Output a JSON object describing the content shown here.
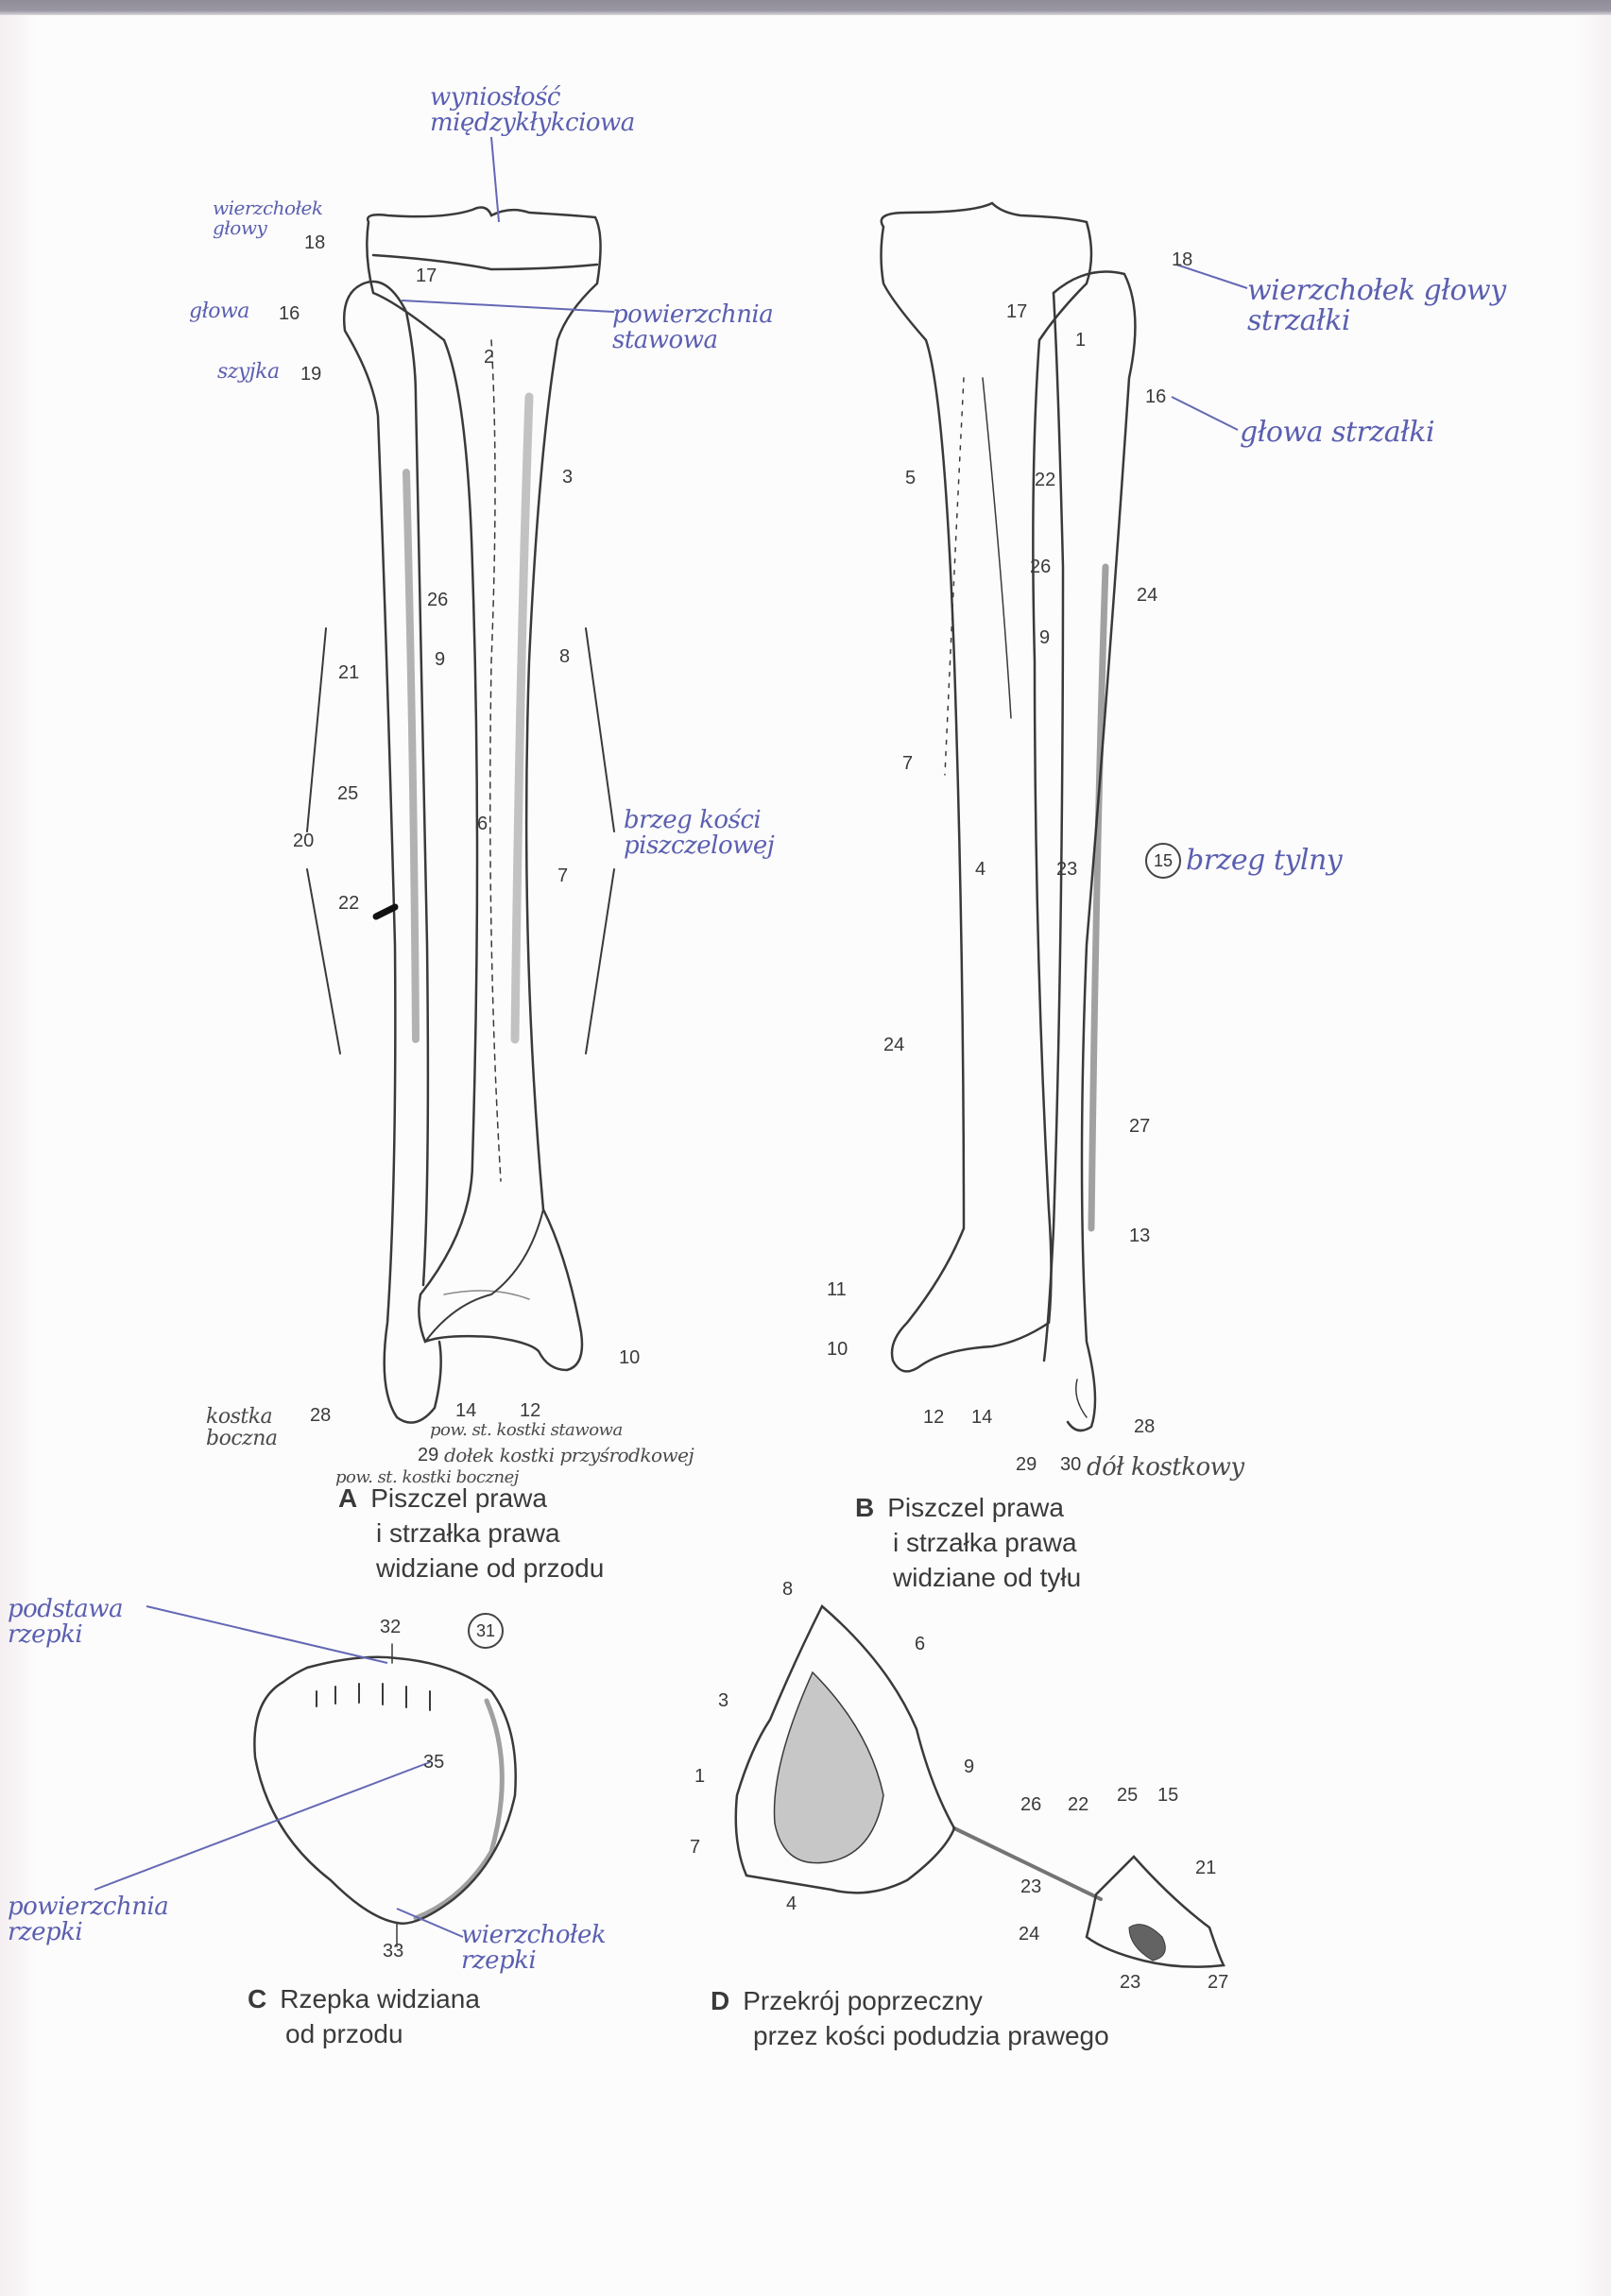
{
  "page": {
    "type": "scanned anatomy textbook page with handwritten notes",
    "colors": {
      "paper": "#fdfcfc",
      "print": "#3a3a3a",
      "ink": "#5a5fb0",
      "scanner_bar": "#938f9c"
    }
  },
  "figures": {
    "A": {
      "letter": "A",
      "caption_lines": [
        "Piszczel prawa",
        "i strzałka prawa",
        "widziane od przodu"
      ],
      "numbers": [
        "18",
        "17",
        "16",
        "19",
        "2",
        "3",
        "26",
        "21",
        "9",
        "8",
        "25",
        "6",
        "20",
        "22",
        "7",
        "10",
        "14",
        "12",
        "28",
        "29"
      ],
      "handwritten": {
        "top": "wyniosłość\nmiędzykłykciowa",
        "upper_left_18": "wierzchołek\ngłowy",
        "left_16": "głowa",
        "left_19": "szyjka",
        "right_articular": "powierzchnia\nstawowa",
        "right_margin": "brzeg kości\npiszczelowej",
        "bottom_left_28": "kostka\nboczna",
        "bottom_center_1": "pow. st. kostki stawowa",
        "bottom_center_2": "dołek kostki przyśrodkowej",
        "bottom_center_3": "pow. st. kostki bocznej"
      }
    },
    "B": {
      "letter": "B",
      "caption_lines": [
        "Piszczel prawa",
        "i strzałka prawa",
        "widziane od tyłu"
      ],
      "numbers": [
        "18",
        "17",
        "1",
        "16",
        "5",
        "22",
        "26",
        "24",
        "9",
        "7",
        "4",
        "23",
        "24",
        "27",
        "13",
        "11",
        "10",
        "12",
        "14",
        "29",
        "30",
        "28"
      ],
      "circled_number": "15",
      "handwritten": {
        "right_18": "wierzchołek głowy\nstrzałki",
        "right_16": "głowa strzałki",
        "right_15": "brzeg tylny",
        "bottom_30": "dół kostkowy"
      }
    },
    "C": {
      "letter": "C",
      "caption_lines": [
        "Rzepka widziana",
        "od przodu"
      ],
      "numbers": [
        "32",
        "35",
        "33"
      ],
      "circled_number": "31",
      "handwritten": {
        "top_left": "podstawa\nrzepki",
        "bottom_left": "powierzchnia\nrzepki",
        "bottom_right": "wierzchołek\nrzepki"
      }
    },
    "D": {
      "letter": "D",
      "caption_lines": [
        "Przekrój poprzeczny",
        "przez kości podudzia prawego"
      ],
      "numbers": [
        "8",
        "6",
        "3",
        "1",
        "9",
        "7",
        "4",
        "26",
        "22",
        "25",
        "15",
        "21",
        "23",
        "24",
        "23",
        "27"
      ]
    }
  }
}
